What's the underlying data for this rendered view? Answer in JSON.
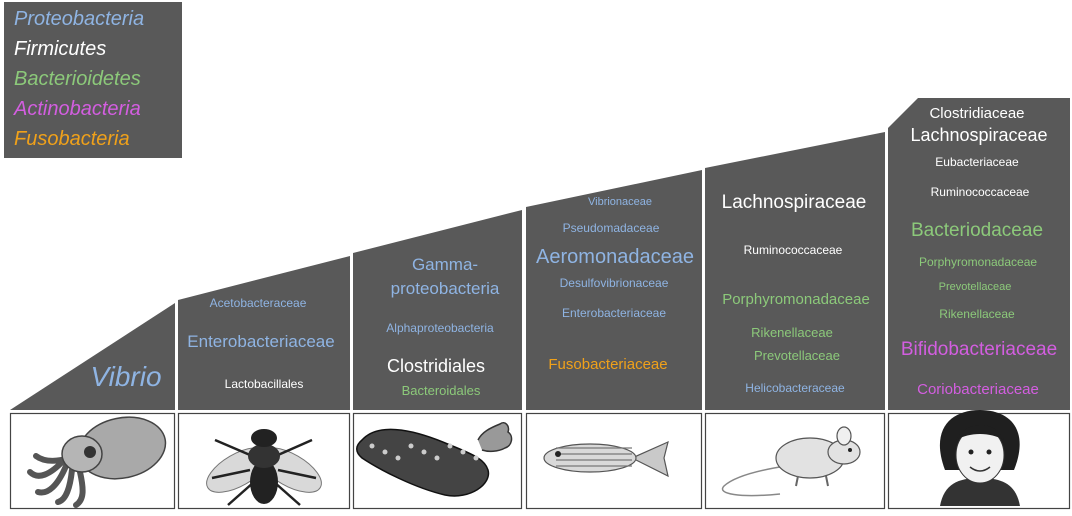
{
  "colors": {
    "panel": "#595959",
    "Proteobacteria": "#8fb4e3",
    "Firmicutes": "#ffffff",
    "Bacteroidetes": "#8cc97a",
    "Actinobacteria": "#d35ee0",
    "Fusobacteria": "#f0a11a"
  },
  "legend": [
    {
      "label": "Proteobacteria",
      "phylum": "Proteobacteria"
    },
    {
      "label": "Firmicutes",
      "phylum": "Firmicutes"
    },
    {
      "label": "Bacterioidetes",
      "phylum": "Bacteroidetes"
    },
    {
      "label": "Actinobacteria",
      "phylum": "Actinobacteria"
    },
    {
      "label": "Fusobacteria",
      "phylum": "Fusobacteria"
    }
  ],
  "hosts": [
    {
      "name": "squid",
      "icon": "squid-icon",
      "taxa": [
        {
          "text": "Vibrio",
          "phylum": "Proteobacteria"
        }
      ]
    },
    {
      "name": "fly",
      "icon": "fly-icon",
      "taxa": [
        {
          "text": "Acetobacteraceae",
          "phylum": "Proteobacteria"
        },
        {
          "text": "Enterobacteriaceae",
          "phylum": "Proteobacteria"
        },
        {
          "text": "Lactobacillales",
          "phylum": "Firmicutes"
        }
      ]
    },
    {
      "name": "sea-cucumber",
      "icon": "sea-cucumber-icon",
      "taxa": [
        {
          "text": "Gamma-",
          "phylum": "Proteobacteria"
        },
        {
          "text": "proteobacteria",
          "phylum": "Proteobacteria"
        },
        {
          "text": "Alphaproteobacteria",
          "phylum": "Proteobacteria"
        },
        {
          "text": "Clostridiales",
          "phylum": "Firmicutes"
        },
        {
          "text": "Bacteroidales",
          "phylum": "Bacteroidetes"
        }
      ]
    },
    {
      "name": "zebrafish",
      "icon": "fish-icon",
      "taxa": [
        {
          "text": "Vibrionaceae",
          "phylum": "Proteobacteria"
        },
        {
          "text": "Pseudomadaceae",
          "phylum": "Proteobacteria"
        },
        {
          "text": "Aeromonadaceae",
          "phylum": "Proteobacteria"
        },
        {
          "text": "Desulfovibrionaceae",
          "phylum": "Proteobacteria"
        },
        {
          "text": "Enterobacteriaceae",
          "phylum": "Proteobacteria"
        },
        {
          "text": "Fusobacteriaceae",
          "phylum": "Fusobacteria"
        }
      ]
    },
    {
      "name": "mouse",
      "icon": "mouse-icon",
      "taxa": [
        {
          "text": "Lachnospiraceae",
          "phylum": "Firmicutes"
        },
        {
          "text": "Ruminococcaceae",
          "phylum": "Firmicutes"
        },
        {
          "text": "Porphyromonadaceae",
          "phylum": "Bacteroidetes"
        },
        {
          "text": "Rikenellaceae",
          "phylum": "Bacteroidetes"
        },
        {
          "text": "Prevotellaceae",
          "phylum": "Bacteroidetes"
        },
        {
          "text": "Helicobacteraceae",
          "phylum": "Proteobacteria"
        }
      ]
    },
    {
      "name": "human",
      "icon": "human-icon",
      "taxa": [
        {
          "text": "Clostridiaceae",
          "phylum": "Firmicutes"
        },
        {
          "text": "Lachnospiraceae",
          "phylum": "Firmicutes"
        },
        {
          "text": "Eubacteriaceae",
          "phylum": "Firmicutes"
        },
        {
          "text": "Ruminococcaceae",
          "phylum": "Firmicutes"
        },
        {
          "text": "Bacteriodaceae",
          "phylum": "Bacteroidetes"
        },
        {
          "text": "Porphyromonadaceae",
          "phylum": "Bacteroidetes"
        },
        {
          "text": "Prevotellaceae",
          "phylum": "Bacteroidetes"
        },
        {
          "text": "Rikenellaceae",
          "phylum": "Bacteroidetes"
        },
        {
          "text": "Bifidobacteriaceae",
          "phylum": "Actinobacteria"
        },
        {
          "text": "Coriobacteriaceae",
          "phylum": "Actinobacteria"
        }
      ]
    }
  ]
}
